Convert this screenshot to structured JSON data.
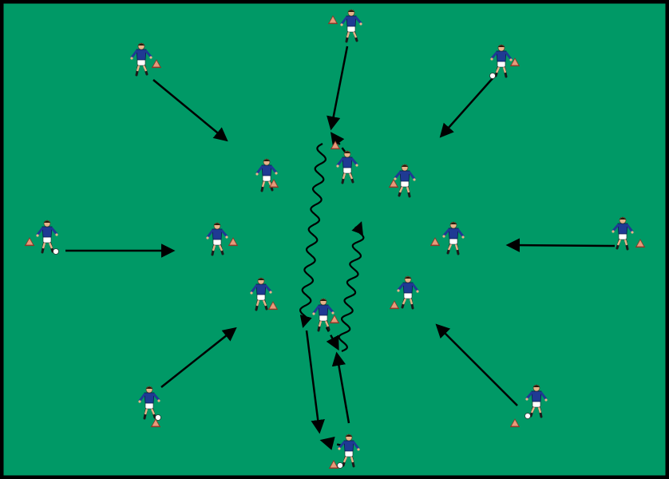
{
  "diagram": {
    "field_color": "#009966",
    "border_color": "#000000",
    "jersey_color": "#1f3a93",
    "shorts_color": "#ffffff",
    "skin_color": "#e8b48a",
    "cone_color": "#e89a7a",
    "arrow_color": "#000000",
    "players": [
      {
        "id": "p-top",
        "ball": false
      },
      {
        "id": "p-top-left",
        "ball": false
      },
      {
        "id": "p-top-right",
        "ball": true
      },
      {
        "id": "p-left",
        "ball": true
      },
      {
        "id": "p-right",
        "ball": false
      },
      {
        "id": "p-bottom-left",
        "ball": true
      },
      {
        "id": "p-bottom-right",
        "ball": true
      },
      {
        "id": "p-bottom",
        "ball": true
      },
      {
        "id": "p-inner-upper-left",
        "ball": false
      },
      {
        "id": "p-inner-upper-center",
        "ball": false
      },
      {
        "id": "p-inner-upper-right",
        "ball": false
      },
      {
        "id": "p-inner-left",
        "ball": false
      },
      {
        "id": "p-inner-right",
        "ball": false
      },
      {
        "id": "p-inner-lower-left",
        "ball": false
      },
      {
        "id": "p-inner-lower-center",
        "ball": false
      },
      {
        "id": "p-inner-lower-right",
        "ball": false
      }
    ]
  }
}
